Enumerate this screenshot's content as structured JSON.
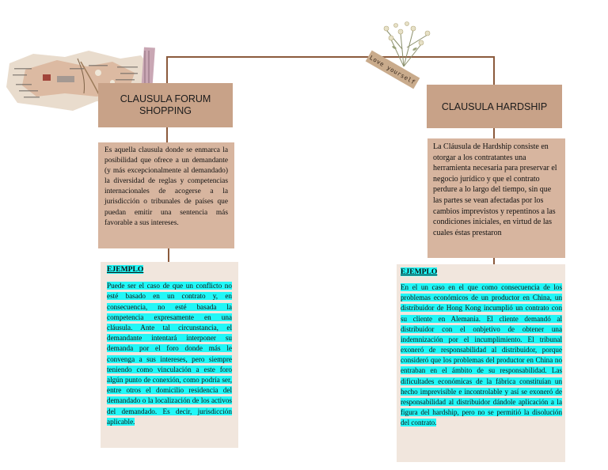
{
  "nodes": {
    "forum": {
      "title": "CLAUSULA FORUM SHOPPING",
      "description": "Es aquella clausula donde se enmarca la posibilidad que ofrece a un demandante (y más excepcionalmente al demandado) la diversidad de reglas y competencias internacionales de acogerse a la jurisdicción o tribunales de países que puedan emitir una sentencia más favorable a sus intereses.",
      "example_label": "EJEMPLO",
      "example_text": "Puede ser el caso de que un conflicto no esté basado en un contrato y, en consecuencia, no esté basada la competencia expresamente en una cláusula. Ante tal circunstancia, el demandante intentará interponer su demanda por el foro donde más le convenga a sus intereses, pero siempre teniendo como vinculación a este foro algún punto de conexión, como podría ser, entre otros el domicilio residencia del demandado o la localización de los activos del demandado. Es decir, jurisdicción aplicable."
    },
    "hardship": {
      "title": "CLAUSULA HARDSHIP",
      "description": "La Cláusula de Hardship consiste en otorgar a los contratantes una herramienta necesaria para preservar el negocio jurídico y que el contrato perdure a lo largo del tiempo, sin que las partes se vean afectadas por los cambios imprevistos y repentinos a las condiciones iniciales, en virtud de las cuales éstas prestaron",
      "example_label": "EJEMPLO",
      "example_text": "En el un caso en el que como consecuencia de los problemas económicos de un productor en China, un distribuidor de Hong Kong incumplió un contrato con su cliente en Alemania. El cliente demandó al distribuidor con el onbjetivo de obtener una indemnización por el incumplimiento. El tribunal exoneró de responsabilidad al distribuidor, porque consideró que los problemas del productor en China no entraban en el ámbito de su responsabilidad. Las dificultades económicas de la fábrica constituían un hecho imprevisible e incontrolable y así se exoneró de responsabilidad al distribuidor dándole aplicación a la figura del hardship, pero no se permitió la disolución del contrato."
    }
  },
  "decorations": {
    "tag_text": "Love yourself",
    "collage_icon": "paper-collage-icon",
    "flower_icon": "dried-flower-icon"
  },
  "colors": {
    "connector": "#8b5a3c",
    "title_bg": "#c8a288",
    "description_bg": "#d7b59f",
    "example_bg": "#f1e6dd",
    "highlight": "#22f7f7"
  }
}
